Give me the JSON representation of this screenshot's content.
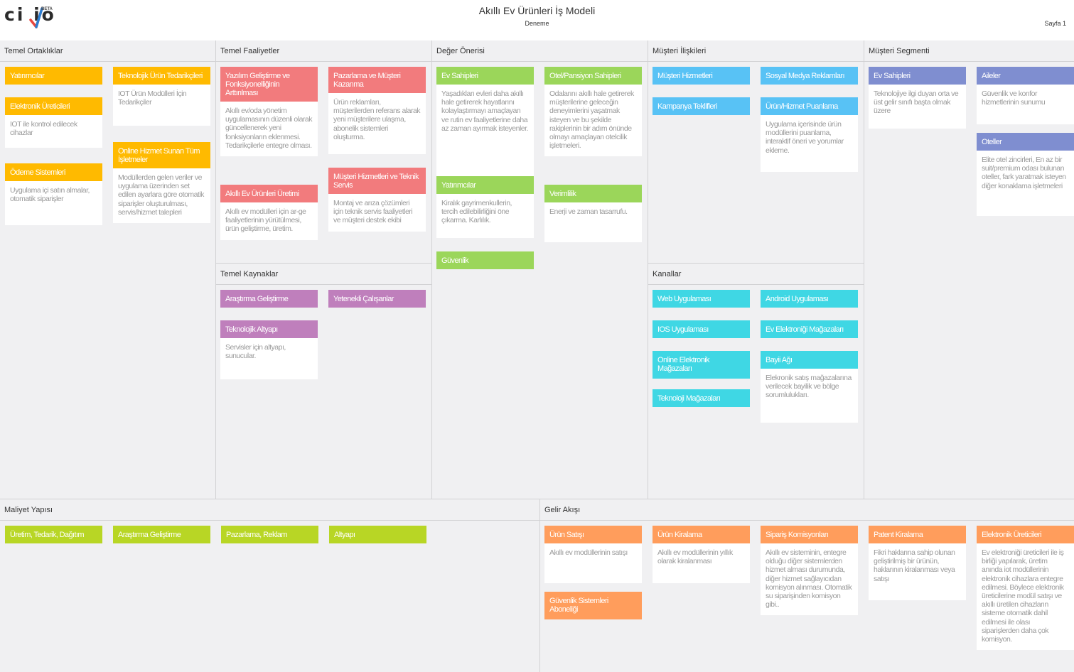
{
  "header": {
    "logo_text": "ci  io",
    "logo_badge": "BETA",
    "title": "Akıllı Ev Ürünleri İş Modeli",
    "subtitle": "Deneme",
    "page_label": "Sayfa 1"
  },
  "colors": {
    "yellow": "#ffba00",
    "red": "#f27b7d",
    "green": "#9bd65a",
    "blue": "#58c2f5",
    "slate": "#7f8ed0",
    "purple": "#bf7fbc",
    "cyan": "#3fd7e4",
    "lime": "#b8d625",
    "orange": "#ff9d5c",
    "canvas_bg": "#f0f0f2"
  },
  "sections": [
    {
      "id": "temel-ortakliklar",
      "title": "Temel Ortaklıklar",
      "cards": [
        {
          "color": "yellow",
          "title": "Yatırımcılar",
          "body": ""
        },
        {
          "color": "yellow",
          "title": "Elektronik Üreticileri",
          "body": "IOT ile kontrol edilecek cihazlar"
        },
        {
          "color": "yellow",
          "title": "Ödeme Sistemleri",
          "body": "Uygulama içi satın almalar, otomatik siparişler"
        },
        {
          "color": "yellow",
          "title": "Teknolojik Ürün Tedarikçileri",
          "body": "IOT Ürün Modülleri İçin Tedarikçiler"
        },
        {
          "color": "yellow",
          "title": "Online Hizmet Sunan Tüm İşletmeler",
          "body": "Modüllerden gelen veriler ve uygulama üzerinden set edilen ayarlara göre otomatik siparişler oluşturulması, servis/hizmet talepleri"
        }
      ]
    },
    {
      "id": "temel-faaliyetler",
      "title": "Temel Faaliyetler",
      "cards": [
        {
          "color": "red",
          "title": "Yazılım Geliştirme ve Fonksiyonelliğinin Arttırılması",
          "body": "Akıllı ev/oda yönetim uygulamasının düzenli olarak güncellenerek yeni fonksiyonların eklenmesi. Tedarikçilerle entegre olması."
        },
        {
          "color": "red",
          "title": "Akıllı Ev Ürünleri Üretimi",
          "body": "Akıllı ev modülleri için ar-ge faaliyetlerinin yürütülmesi, ürün geliştirme, üretim."
        },
        {
          "color": "red",
          "title": "Pazarlama ve Müşteri Kazanma",
          "body": "Ürün reklamları, müşterilerden referans alarak yeni müşterilere ulaşma, abonelik sistemleri oluşturma."
        },
        {
          "color": "red",
          "title": "Müşteri Hizmetleri ve Teknik Servis",
          "body": "Montaj ve arıza çözümleri için teknik servis faaliyetleri ve müşteri destek ekibi"
        }
      ]
    },
    {
      "id": "temel-kaynaklar",
      "title": "Temel Kaynaklar",
      "cards": [
        {
          "color": "purple",
          "title": "Araştırma Geliştirme",
          "body": ""
        },
        {
          "color": "purple",
          "title": "Teknolojik Altyapı",
          "body": "Servisler için altyapı, sunucular."
        },
        {
          "color": "purple",
          "title": "Yetenekli Çalışanlar",
          "body": ""
        }
      ]
    },
    {
      "id": "deger-onerisi",
      "title": "Değer Önerisi",
      "cards": [
        {
          "color": "green",
          "title": "Ev Sahipleri",
          "body": "Yaşadıkları evleri daha akıllı hale getirerek hayatlarını kolaylaştırmayı amaçlayan ve rutin ev faaliyetlerine daha az zaman ayırmak isteyenler."
        },
        {
          "color": "green",
          "title": "Yatırımcılar",
          "body": "Kiralık gayrimenkullerin, tercih edilebilirliğini öne çıkarma. Karlılık."
        },
        {
          "color": "green",
          "title": "Güvenlik",
          "body": ""
        },
        {
          "color": "green",
          "title": "Otel/Pansiyon Sahipleri",
          "body": "Odalarını akıllı hale getirerek müşterilerine geleceğin deneyimlerini yaşatmak isteyen ve bu şekilde rakiplerinin bir adım önünde olmayı amaçlayan otelcilik işletmeleri."
        },
        {
          "color": "green",
          "title": "Verimlilik",
          "body": "Enerji ve zaman tasarrufu."
        }
      ]
    },
    {
      "id": "musteri-iliskileri",
      "title": "Müşteri İlişkileri",
      "cards": [
        {
          "color": "blue",
          "title": "Müşteri Hizmetleri",
          "body": ""
        },
        {
          "color": "blue",
          "title": "Kampanya Teklifleri",
          "body": ""
        },
        {
          "color": "blue",
          "title": "Sosyal Medya Reklamları",
          "body": ""
        },
        {
          "color": "blue",
          "title": "Ürün/Hizmet Puanlama",
          "body": "Uygulama içerisinde ürün modüllerini puanlama, interaktif öneri ve yorumlar ekleme."
        }
      ]
    },
    {
      "id": "kanallar",
      "title": "Kanallar",
      "cards": [
        {
          "color": "cyan",
          "title": "Web Uygulaması",
          "body": ""
        },
        {
          "color": "cyan",
          "title": "IOS Uygulaması",
          "body": ""
        },
        {
          "color": "cyan",
          "title": "Online Elektronik Mağazaları",
          "body": ""
        },
        {
          "color": "cyan",
          "title": "Teknoloji Mağazaları",
          "body": ""
        },
        {
          "color": "cyan",
          "title": "Android Uygulaması",
          "body": ""
        },
        {
          "color": "cyan",
          "title": "Ev Elektroniği Mağazaları",
          "body": ""
        },
        {
          "color": "cyan",
          "title": "Bayii Ağı",
          "body": "Elekronik satış mağazalarına verilecek bayilik ve bölge sorumlulukları."
        }
      ]
    },
    {
      "id": "musteri-segmenti",
      "title": "Müşteri Segmenti",
      "cards": [
        {
          "color": "slate",
          "title": "Ev Sahipleri",
          "body": "Teknolojiye ilgi duyan orta ve üst gelir sınıfı başta olmak üzere"
        },
        {
          "color": "slate",
          "title": "Aileler",
          "body": "Güvenlik ve konfor hizmetlerinin sunumu"
        },
        {
          "color": "slate",
          "title": "Oteller",
          "body": "Elite otel zincirleri, En az bir suit/premium odası bulunan oteller, fark yaratmak isteyen diğer konaklama işletmeleri"
        }
      ]
    },
    {
      "id": "maliyet-yapisi",
      "title": "Maliyet Yapısı",
      "cards": [
        {
          "color": "lime",
          "title": "Üretim, Tedarik, Dağıtım",
          "body": ""
        },
        {
          "color": "lime",
          "title": "Araştırma Geliştirme",
          "body": ""
        },
        {
          "color": "lime",
          "title": "Pazarlama, Reklam",
          "body": ""
        },
        {
          "color": "lime",
          "title": "Altyapı",
          "body": ""
        }
      ]
    },
    {
      "id": "gelir-akisi",
      "title": "Gelir Akışı",
      "cards": [
        {
          "color": "orange",
          "title": "Ürün Satışı",
          "body": "Akıllı ev modüllerinin satışı"
        },
        {
          "color": "orange",
          "title": "Güvenlik Sistemleri Aboneliği",
          "body": ""
        },
        {
          "color": "orange",
          "title": "Ürün Kiralama",
          "body": "Akıllı ev modüllerinin yıllık olarak kiralanması"
        },
        {
          "color": "orange",
          "title": "Sipariş Komisyonları",
          "body": "Akıllı ev sisteminin, entegre olduğu diğer sistemlerden hizmet alması durumunda, diğer hizmet sağlayıcıdan komisyon alınması. Otomatik su siparişinden komisyon gibi.."
        },
        {
          "color": "orange",
          "title": "Patent Kiralama",
          "body": "Fikri haklarına sahip olunan geliştirilmiş bir ürünün, haklarının kiralanması veya satışı"
        },
        {
          "color": "orange",
          "title": "Elektronik Üreticileri",
          "body": "Ev elektroniği üreticileri ile iş birliği yapılarak, üretim anında iot modüllerinin elektronik cihazlara entegre edilmesi. Böylece elektronik üreticilerine modül satışı ve akıllı üretilen cihazların sisteme otomatik dahil edilmesi ile olası siparişlerden daha çok komisyon."
        }
      ]
    }
  ]
}
